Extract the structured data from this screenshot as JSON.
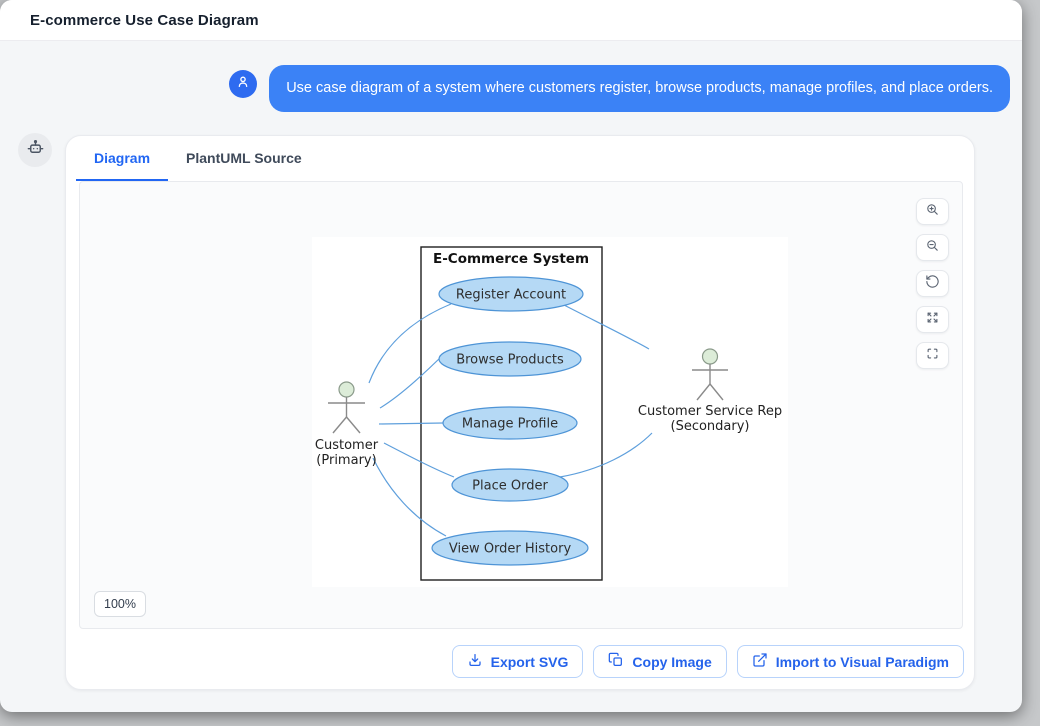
{
  "window": {
    "title": "E-commerce Use Case Diagram"
  },
  "chat": {
    "user_message": "Use case diagram of a system where customers register, browse products, manage profiles, and place orders."
  },
  "tabs": [
    {
      "label": "Diagram",
      "active": true
    },
    {
      "label": "PlantUML Source",
      "active": false
    }
  ],
  "canvas": {
    "zoom_level": "100%",
    "tools": [
      {
        "name": "zoom-in"
      },
      {
        "name": "zoom-out"
      },
      {
        "name": "reset-view"
      },
      {
        "name": "expand"
      },
      {
        "name": "fullscreen"
      }
    ]
  },
  "diagram": {
    "type": "use-case",
    "system_title": "E-Commerce System",
    "use_cases": [
      "Register Account",
      "Browse Products",
      "Manage Profile",
      "Place Order",
      "View Order History"
    ],
    "actors": [
      {
        "name": "Customer",
        "role": "(Primary)"
      },
      {
        "name": "Customer Service Rep",
        "role": "(Secondary)"
      }
    ],
    "associations": [
      [
        "Customer",
        "Register Account"
      ],
      [
        "Customer",
        "Browse Products"
      ],
      [
        "Customer",
        "Manage Profile"
      ],
      [
        "Customer",
        "Place Order"
      ],
      [
        "Customer",
        "View Order History"
      ],
      [
        "Customer Service Rep",
        "Register Account"
      ],
      [
        "Customer Service Rep",
        "Place Order"
      ]
    ],
    "colors": {
      "usecase_fill": "#b5d9f5",
      "usecase_stroke": "#4e94d6",
      "association": "#5e9fdc",
      "actor_head_fill": "#dcecd8"
    }
  },
  "actions": [
    {
      "label": "Export SVG",
      "icon": "download-icon"
    },
    {
      "label": "Copy Image",
      "icon": "copy-icon"
    },
    {
      "label": "Import to Visual Paradigm",
      "icon": "external-link-icon"
    }
  ],
  "theme": {
    "accent_blue": "#2563eb",
    "bubble_blue": "#3b82f6"
  }
}
